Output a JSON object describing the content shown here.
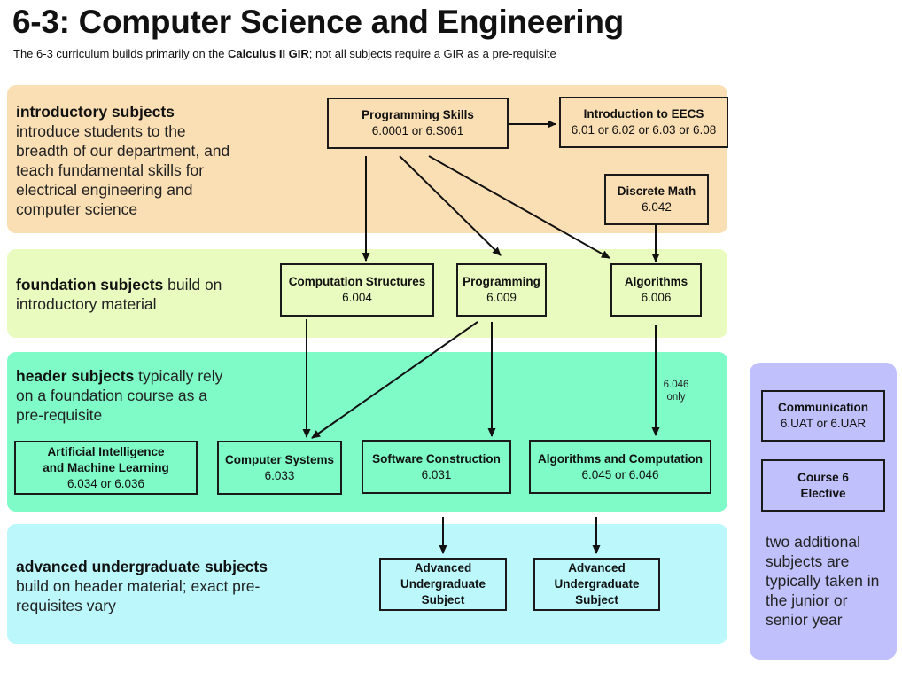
{
  "header": {
    "title": "6-3: Computer Science and Engineering",
    "subtitle_pre": "The 6-3 curriculum builds primarily on the ",
    "subtitle_bold": "Calculus II GIR",
    "subtitle_post": "; not all subjects require a GIR as a pre-requisite"
  },
  "bands": {
    "intro": {
      "heading": "introductory subjects",
      "text": "introduce students to the breadth of our department, and teach fundamental skills for electrical engineering and computer science"
    },
    "foundation": {
      "heading": "foundation subjects",
      "text": " build on introductory material"
    },
    "header": {
      "heading": "header subjects",
      "text_pre": " typically rely on ",
      "text_a": "a",
      "text_post": " foundation course as a pre-requisite"
    },
    "advanced": {
      "heading": "advanced undergraduate subjects",
      "text": "build on header material; exact pre-requisites vary"
    },
    "side": {
      "text": "two additional subjects are typically taken in the junior or senior year"
    }
  },
  "subjects": {
    "programming_skills": {
      "name": "Programming Skills",
      "code": "6.0001 or 6.S061"
    },
    "intro_eecs": {
      "name": "Introduction to EECS",
      "code": "6.01 or 6.02 or 6.03 or 6.08"
    },
    "discrete_math": {
      "name": "Discrete Math",
      "code": "6.042"
    },
    "comp_structures": {
      "name": "Computation Structures",
      "code": "6.004"
    },
    "programming": {
      "name": "Programming",
      "code": "6.009"
    },
    "algorithms": {
      "name": "Algorithms",
      "code": "6.006"
    },
    "ai_ml": {
      "name1": "Artificial Intelligence",
      "name2": "and Machine Learning",
      "code": "6.034 or 6.036"
    },
    "comp_systems": {
      "name": "Computer Systems",
      "code": "6.033"
    },
    "software_construction": {
      "name": "Software Construction",
      "code": "6.031"
    },
    "algo_computation": {
      "name": "Algorithms and Computation",
      "code": "6.045 or 6.046"
    },
    "adv1": {
      "line1": "Advanced",
      "line2": "Undergraduate",
      "line3": "Subject"
    },
    "adv2": {
      "line1": "Advanced",
      "line2": "Undergraduate",
      "line3": "Subject"
    },
    "communication": {
      "name": "Communication",
      "code": "6.UAT or 6.UAR"
    },
    "course6_elective": {
      "line1": "Course 6",
      "line2": "Elective"
    }
  },
  "annotations": {
    "only_046_line1": "6.046",
    "only_046_line2": "only"
  }
}
